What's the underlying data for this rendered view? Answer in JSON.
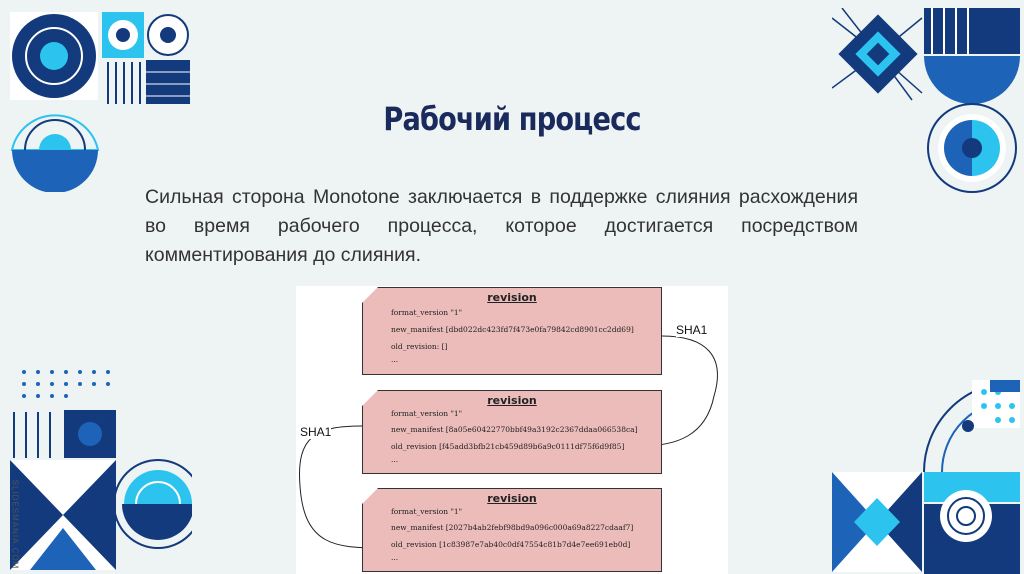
{
  "slide": {
    "title": "Рабочий процесс",
    "body": "Сильная сторона Monotone заключается в поддержке слияния расхождения во время рабочего процесса, которое достигается посредством комментирования до слияния.",
    "watermark": "SLIDESMANIA.COM"
  },
  "diagram": {
    "sha_label": "SHA1",
    "revisions": [
      {
        "header": "revision",
        "lines": [
          "format_version \"1\"",
          "new_manifest [dbd022dc423fd7f473e0fa79842cd8901cc2dd69]",
          "old_revision: []",
          "..."
        ]
      },
      {
        "header": "revision",
        "lines": [
          "format_version \"1\"",
          "new_manifest [8a05e60422770bbf49a3192c2367ddaa066538ca]",
          "old_revision [f45add3bfb21cb459d89b6a9c0111df75f6d9f85]",
          "..."
        ]
      },
      {
        "header": "revision",
        "lines": [
          "format_version \"1\"",
          "new_manifest [2027b4ab2febf98bd9a096c000a69a8227cdaaf7]",
          "old_revision [1c83987e7ab40c0df47554c81b7d4e7ee691eb0d]",
          "..."
        ]
      }
    ]
  },
  "colors": {
    "navy": "#123a7c",
    "blue": "#1d63b8",
    "cyan": "#2cc4ee",
    "title": "#1b2a5c",
    "box": "#ecbcbb"
  }
}
